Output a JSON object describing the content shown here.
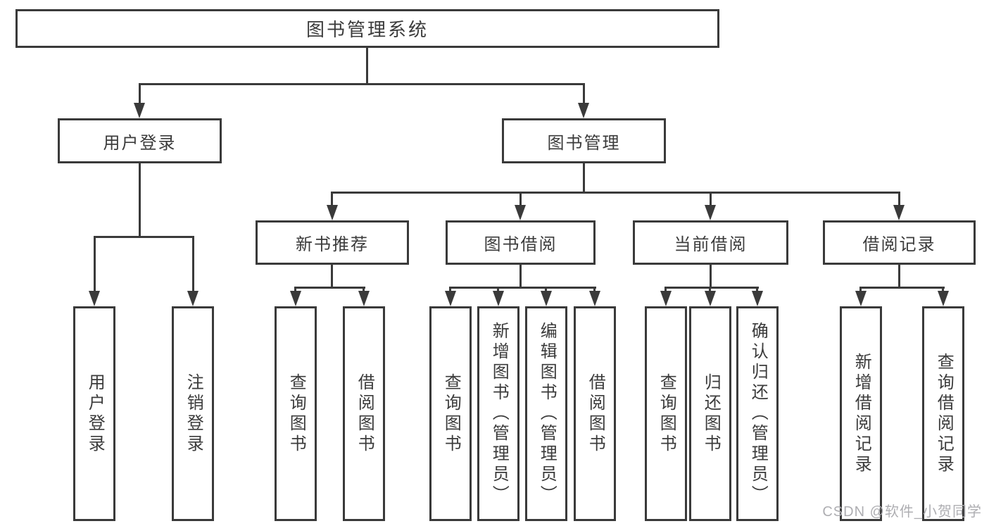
{
  "diagram": {
    "root": {
      "label": "图书管理系统"
    },
    "branches": [
      {
        "label": "用户登录",
        "leaves": [
          "用户登录",
          "注销登录"
        ]
      },
      {
        "label": "图书管理",
        "groups": [
          {
            "label": "新书推荐",
            "leaves": [
              "查询图书",
              "借阅图书"
            ]
          },
          {
            "label": "图书借阅",
            "leaves": [
              "查询图书",
              "新增图书（管理员）",
              "编辑图书（管理员）",
              "借阅图书"
            ]
          },
          {
            "label": "当前借阅",
            "leaves": [
              "查询图书",
              "归还图书",
              "确认归还（管理员）"
            ]
          },
          {
            "label": "借阅记录",
            "leaves": [
              "新增借阅记录",
              "查询借阅记录"
            ]
          }
        ]
      }
    ],
    "watermark": "CSDN @软件_小贺同学"
  },
  "colors": {
    "line": "#3a3a3a",
    "text": "#3b3b3b",
    "watermark": "#aeaeb2",
    "background": "#ffffff"
  }
}
